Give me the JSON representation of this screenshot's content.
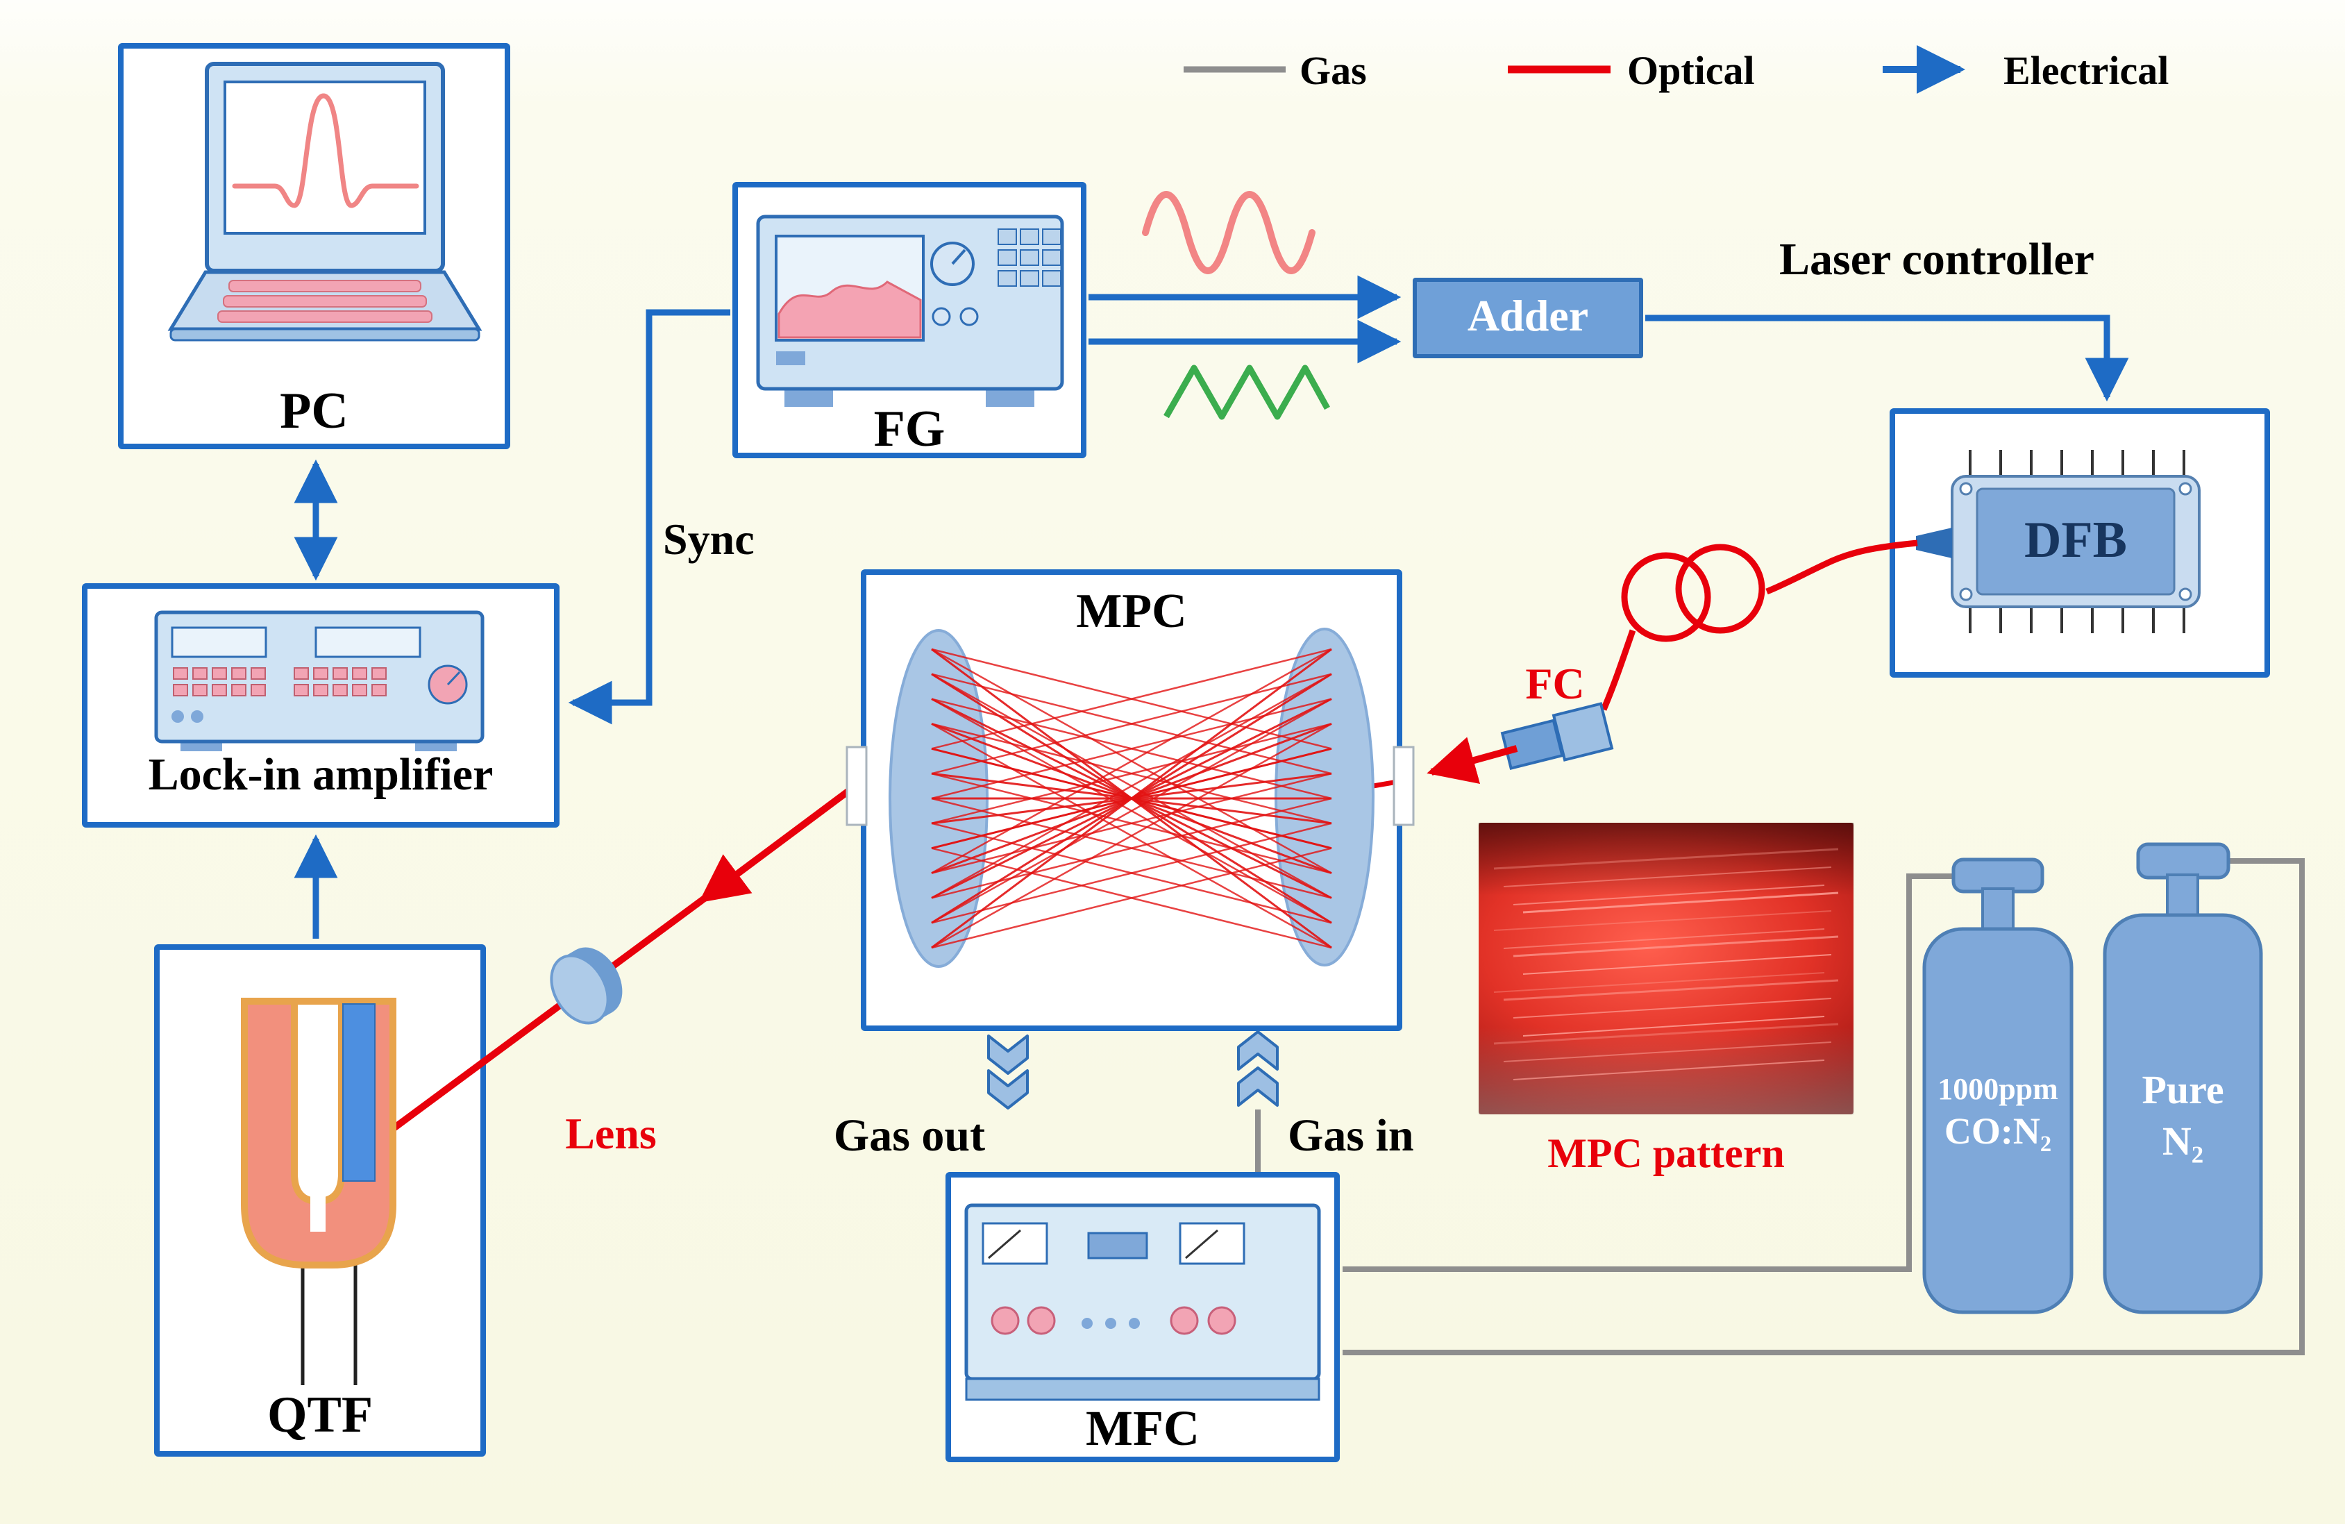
{
  "legend": {
    "gas_label": "Gas",
    "optical_label": "Optical",
    "electrical_label": "Electrical"
  },
  "nodes": {
    "pc": {
      "label": "PC"
    },
    "fg": {
      "label": "FG"
    },
    "adder": {
      "label": "Adder"
    },
    "laser_controller": {
      "label": "Laser controller"
    },
    "dfb": {
      "label": "DFB"
    },
    "fc": {
      "label": "FC"
    },
    "mpc": {
      "label": "MPC"
    },
    "sync": {
      "label": "Sync"
    },
    "lockin": {
      "label": "Lock-in amplifier"
    },
    "qtf": {
      "label": "QTF"
    },
    "lens": {
      "label": "Lens"
    },
    "gas_out": {
      "label": "Gas out"
    },
    "gas_in": {
      "label": "Gas in"
    },
    "mfc": {
      "label": "MFC"
    },
    "mpc_pattern": {
      "label": "MPC pattern"
    },
    "cylinder_co": {
      "line1": "1000ppm",
      "line2": "CO:N₂"
    },
    "cylinder_n2": {
      "line1": "Pure",
      "line2": "N₂"
    }
  },
  "colors": {
    "electrical": "#1E6BC5",
    "optical": "#E8000B",
    "gas": "#8E8E8E",
    "box_border": "#1E6BC5",
    "background": "#F8F8E3"
  }
}
